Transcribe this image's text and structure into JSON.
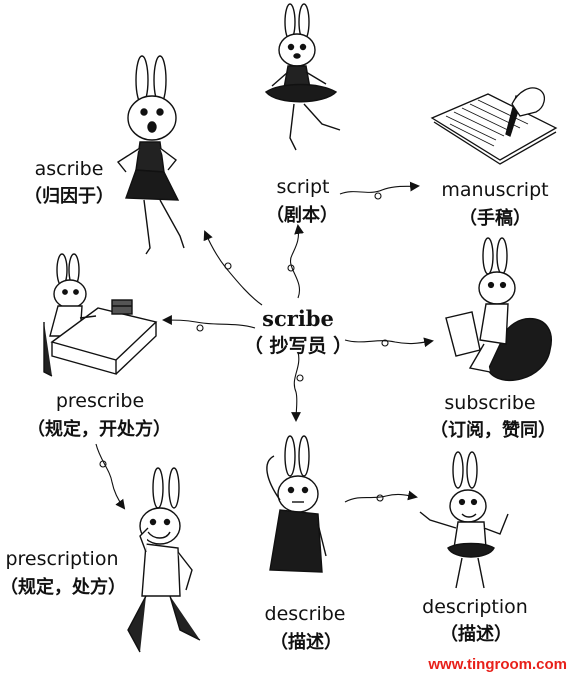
{
  "center": {
    "word": "scribe",
    "gloss": "（ 抄写员 ）"
  },
  "nodes": {
    "ascribe": {
      "word": "ascribe",
      "gloss": "（归因于）",
      "icon": "rabbit-pointing-icon"
    },
    "script": {
      "word": "script",
      "gloss": "（剧本）",
      "icon": "rabbit-ballerina-icon"
    },
    "manuscript": {
      "word": "manuscript",
      "gloss": "（手稿）",
      "icon": "hand-writing-paper-icon"
    },
    "prescribe": {
      "word": "prescribe",
      "gloss": "（规定，开处方）",
      "icon": "rabbit-at-desk-icon"
    },
    "subscribe": {
      "word": "subscribe",
      "gloss": "（订阅，赞同）",
      "icon": "rabbit-reading-icon"
    },
    "prescription": {
      "word": "prescription",
      "gloss": "（规定，处方）",
      "icon": "rabbit-posing-icon"
    },
    "describe": {
      "word": "describe",
      "gloss": "（描述）",
      "icon": "rabbit-thinking-icon"
    },
    "description": {
      "word": "description",
      "gloss": "（描述）",
      "icon": "rabbit-explaining-icon"
    }
  },
  "watermark": "www.tingroom.com",
  "colors": {
    "ink": "#111111",
    "watermark": "#e8201a",
    "skirt": "#1a1a1a"
  }
}
